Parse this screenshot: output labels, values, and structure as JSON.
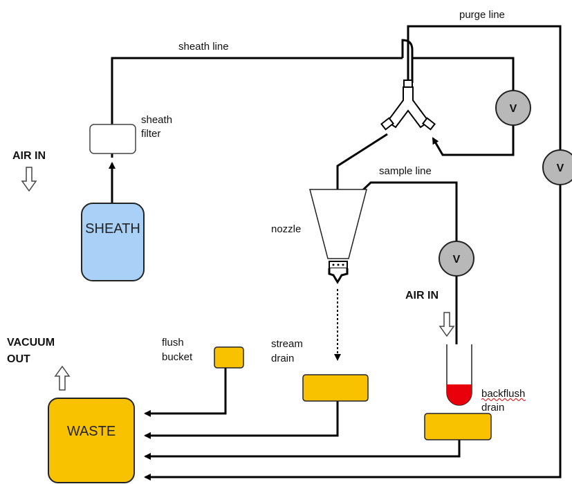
{
  "labels": {
    "purge_line": "purge line",
    "sheath_line": "sheath line",
    "sheath_filter_1": "sheath",
    "sheath_filter_2": "filter",
    "air_in_left": "AIR IN",
    "air_in_right": "AIR IN",
    "sheath_tank": "SHEATH",
    "sample_line": "sample line",
    "nozzle": "nozzle",
    "vacuum_out_1": "VACUUM",
    "vacuum_out_2": "OUT",
    "flush_bucket_1": "flush",
    "flush_bucket_2": "bucket",
    "stream_drain_1": "stream",
    "stream_drain_2": "drain",
    "backflush_drain_1": "backflush",
    "backflush_drain_2": "drain",
    "waste_tank": "WASTE"
  },
  "valves": {
    "sheath_valve": "V",
    "purge_valve": "V",
    "sample_valve": "V"
  },
  "colors": {
    "sheath_tank": "#a9d1f7",
    "waste": "#f8c200",
    "sample": "#e8000b",
    "valve": "#b8b8b8"
  }
}
